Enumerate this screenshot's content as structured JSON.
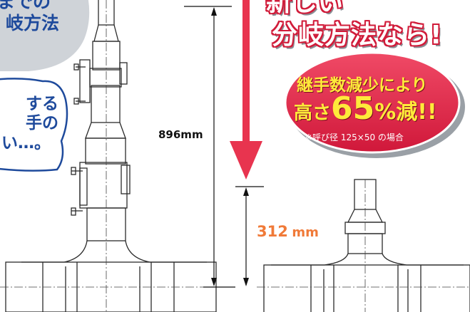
{
  "left_callout": {
    "title_line1": "までの",
    "title_line2": "岐方法",
    "note_line1": "する",
    "note_line2": "手の",
    "note_line3": "い…。"
  },
  "headline": {
    "line1": "新しい",
    "line2": "分岐方法なら!"
  },
  "badge": {
    "line1": "継手数減少により",
    "line2_prefix": "高さ",
    "line2_number": "65",
    "line2_unit": "%減!!",
    "footnote": "※呼び径 125×50 の場合"
  },
  "dimensions": {
    "old_height": "896mm",
    "new_height": "312",
    "new_height_unit": "mm"
  },
  "colors": {
    "accent_red": "#e8344f",
    "navy": "#1e4a9c",
    "callout_grey": "#cfd3d8",
    "dim_orange": "#f07a38"
  }
}
